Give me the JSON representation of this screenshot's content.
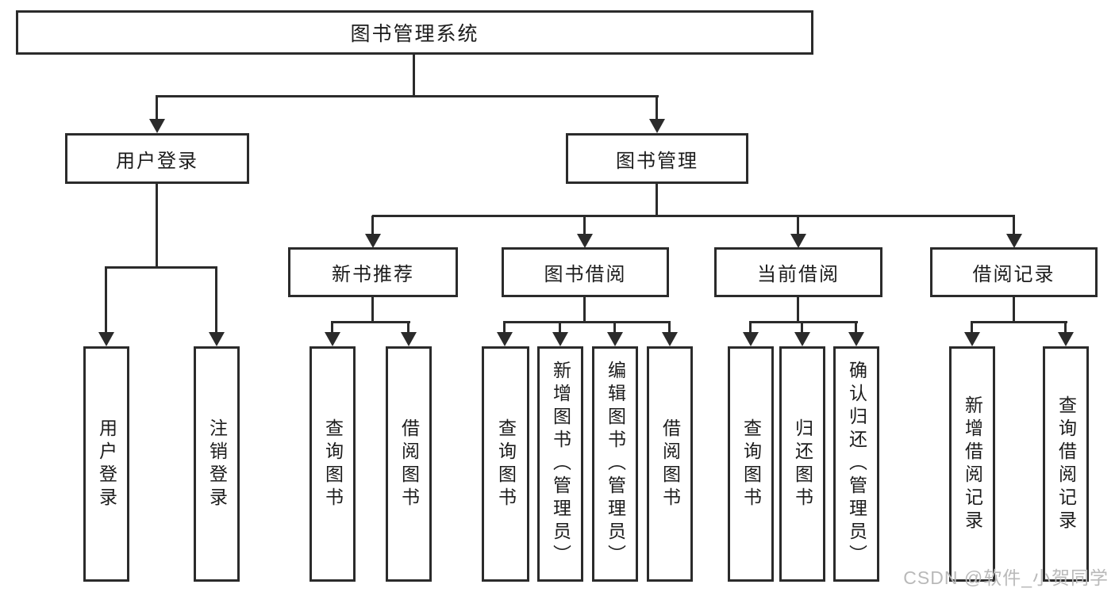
{
  "root": {
    "label": "图书管理系统"
  },
  "branches": [
    {
      "label": "用户登录",
      "children": [
        {
          "label": "用户登录"
        },
        {
          "label": "注销登录"
        }
      ]
    },
    {
      "label": "图书管理",
      "children": [
        {
          "label": "新书推荐",
          "children": [
            {
              "label": "查询图书"
            },
            {
              "label": "借阅图书"
            }
          ]
        },
        {
          "label": "图书借阅",
          "children": [
            {
              "label": "查询图书"
            },
            {
              "label": "新增图书（管理员）"
            },
            {
              "label": "编辑图书（管理员）"
            },
            {
              "label": "借阅图书"
            }
          ]
        },
        {
          "label": "当前借阅",
          "children": [
            {
              "label": "查询图书"
            },
            {
              "label": "归还图书"
            },
            {
              "label": "确认归还（管理员）"
            }
          ]
        },
        {
          "label": "借阅记录",
          "children": [
            {
              "label": "新增借阅记录"
            },
            {
              "label": "查询借阅记录"
            }
          ]
        }
      ]
    }
  ],
  "watermark": {
    "text": "CSDN @软件_小贺同学"
  },
  "colors": {
    "line": "#2b2b2b",
    "text": "#1c1c1c",
    "watermark": "#b9b9b9"
  }
}
